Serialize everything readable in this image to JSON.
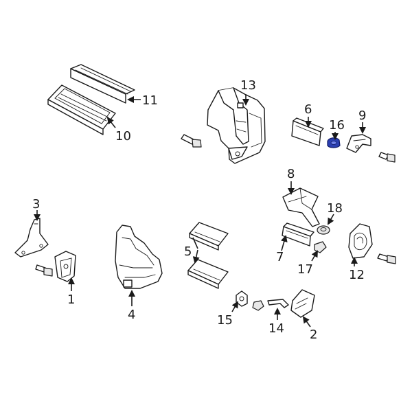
{
  "diagram": {
    "highlight_color": "#2b3fb0",
    "line_color": "#1a1a1a",
    "callouts": [
      {
        "id": "c1",
        "label": "1"
      },
      {
        "id": "c2",
        "label": "2"
      },
      {
        "id": "c3",
        "label": "3"
      },
      {
        "id": "c4",
        "label": "4"
      },
      {
        "id": "c5",
        "label": "5"
      },
      {
        "id": "c6",
        "label": "6"
      },
      {
        "id": "c7",
        "label": "7"
      },
      {
        "id": "c8",
        "label": "8"
      },
      {
        "id": "c9",
        "label": "9"
      },
      {
        "id": "c10",
        "label": "10"
      },
      {
        "id": "c11",
        "label": "11"
      },
      {
        "id": "c12",
        "label": "12"
      },
      {
        "id": "c13",
        "label": "13"
      },
      {
        "id": "c14",
        "label": "14"
      },
      {
        "id": "c15",
        "label": "15"
      },
      {
        "id": "c16",
        "label": "16"
      },
      {
        "id": "c17",
        "label": "17"
      },
      {
        "id": "c18",
        "label": "18"
      }
    ]
  }
}
